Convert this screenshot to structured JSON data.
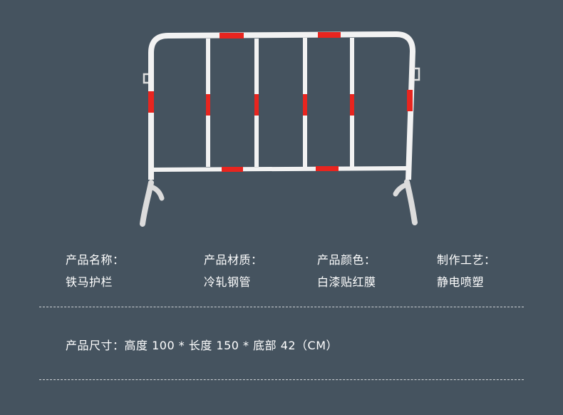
{
  "product_image": {
    "description_icon": "iron-barrier-image",
    "frame_color": "#f2f2f2",
    "stripe_color": "#e8251f"
  },
  "specs": [
    {
      "label": "产品名称：",
      "value": "铁马护栏"
    },
    {
      "label": "产品材质：",
      "value": "冷轧钢管"
    },
    {
      "label": "产品颜色：",
      "value": "白漆贴红膜"
    },
    {
      "label": "制作工艺：",
      "value": "静电喷塑"
    }
  ],
  "size": {
    "label": "产品尺寸：",
    "value": "高度 100 * 长度 150 * 底部 42（CM）"
  }
}
